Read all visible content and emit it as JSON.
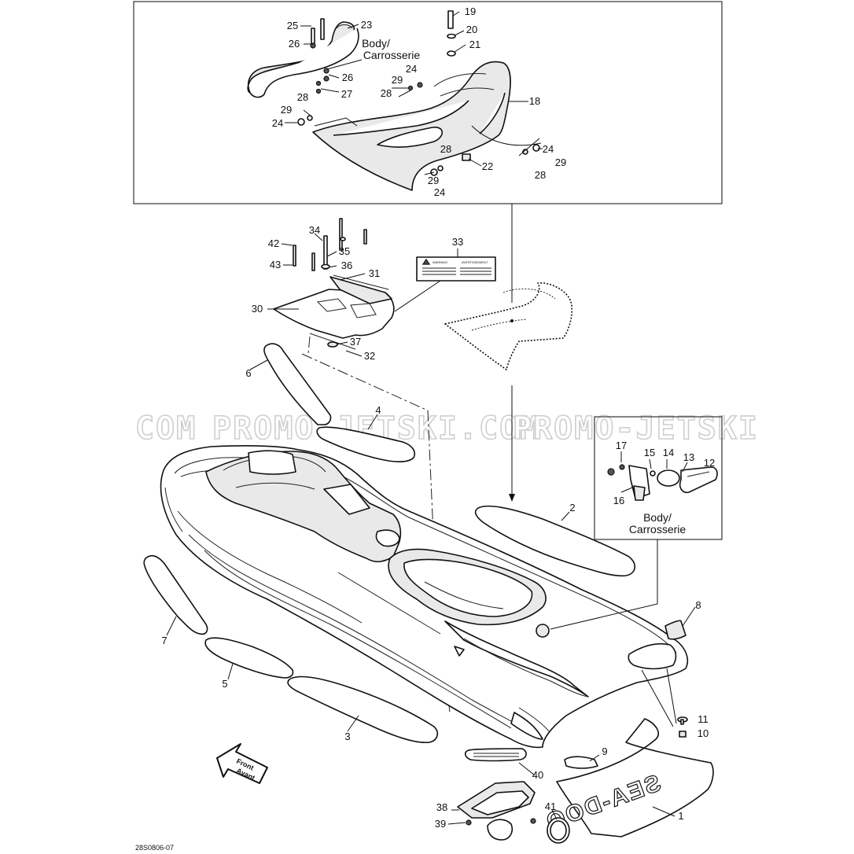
{
  "watermark": {
    "left": "COM",
    "center": "PROMO-JETSKI.COM",
    "right": "PROMO-JETSKI"
  },
  "notes": {
    "top_body_1": "Body/",
    "top_body_2": "Carrosserie",
    "right_body_1": "Body/",
    "right_body_2": "Carrosserie"
  },
  "front_arrow": {
    "line1": "Front",
    "line2": "Avant"
  },
  "decal_text": "SEA-DOO",
  "drawing_code": "28S0806-07",
  "warning_label": {
    "left": "WARNING",
    "right": "AVERTISSEMENT"
  },
  "callouts": {
    "c1": "1",
    "c2": "2",
    "c3": "3",
    "c4": "4",
    "c5": "5",
    "c6": "6",
    "c7": "7",
    "c8": "8",
    "c9": "9",
    "c10": "10",
    "c11": "11",
    "c12": "12",
    "c13": "13",
    "c14": "14",
    "c15": "15",
    "c16": "16",
    "c17": "17",
    "c18": "18",
    "c19": "19",
    "c20": "20",
    "c21": "21",
    "c22": "22",
    "c23": "23",
    "c24a": "24",
    "c24b": "24",
    "c24c": "24",
    "c24d": "24",
    "c25": "25",
    "c26a": "26",
    "c26b": "26",
    "c27": "27",
    "c28a": "28",
    "c28b": "28",
    "c28c": "28",
    "c28d": "28",
    "c29a": "29",
    "c29b": "29",
    "c29c": "29",
    "c29d": "29",
    "c30": "30",
    "c31": "31",
    "c32": "32",
    "c33": "33",
    "c34": "34",
    "c35": "35",
    "c36": "36",
    "c37": "37",
    "c38": "38",
    "c39": "39",
    "c40": "40",
    "c41": "41",
    "c42": "42",
    "c43": "43"
  }
}
